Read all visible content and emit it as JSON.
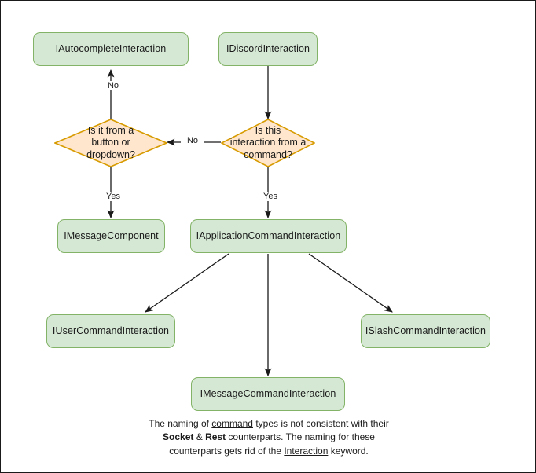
{
  "diagram": {
    "nodes": [
      {
        "id": "autocomplete",
        "label": "IAutocompleteInteraction",
        "shape": "rounded-rect",
        "fill": "#d5e8d4",
        "stroke": "#82b366"
      },
      {
        "id": "discord",
        "label": "IDiscordInteraction",
        "shape": "rounded-rect",
        "fill": "#d5e8d4",
        "stroke": "#82b366"
      },
      {
        "id": "button-dropdown-decision",
        "label": "Is it from a\nbutton or\ndropdown?",
        "shape": "diamond",
        "fill": "#ffe6cc",
        "stroke": "#d79b00"
      },
      {
        "id": "command-decision",
        "label": "Is this\ninteraction from a\ncommand?",
        "shape": "diamond",
        "fill": "#ffe6cc",
        "stroke": "#d79b00"
      },
      {
        "id": "message-component",
        "label": "IMessageComponent",
        "shape": "rounded-rect",
        "fill": "#d5e8d4",
        "stroke": "#82b366"
      },
      {
        "id": "application-command",
        "label": "IApplicationCommandInteraction",
        "shape": "rounded-rect",
        "fill": "#d5e8d4",
        "stroke": "#82b366"
      },
      {
        "id": "user-command",
        "label": "IUserCommandInteraction",
        "shape": "rounded-rect",
        "fill": "#d5e8d4",
        "stroke": "#82b366"
      },
      {
        "id": "message-command",
        "label": "IMessageCommandInteraction",
        "shape": "rounded-rect",
        "fill": "#d5e8d4",
        "stroke": "#82b366"
      },
      {
        "id": "slash-command",
        "label": "ISlashCommandInteraction",
        "shape": "rounded-rect",
        "fill": "#d5e8d4",
        "stroke": "#82b366"
      }
    ],
    "edge_labels": {
      "no_to_autocomplete": "No",
      "no_between_decisions": "No",
      "yes_to_message_component": "Yes",
      "yes_to_application_command": "Yes"
    },
    "caption": {
      "line1_a": "The naming of ",
      "line1_u": "command",
      "line1_b": " types is not consistent with their",
      "line2_b1": "Socket",
      "line2_amp": " & ",
      "line2_b2": "Rest",
      "line2_rest": " counterparts. The naming for these",
      "line3_a": "counterparts gets rid of the ",
      "line3_u": "Interaction",
      "line3_b": " keyword."
    }
  }
}
